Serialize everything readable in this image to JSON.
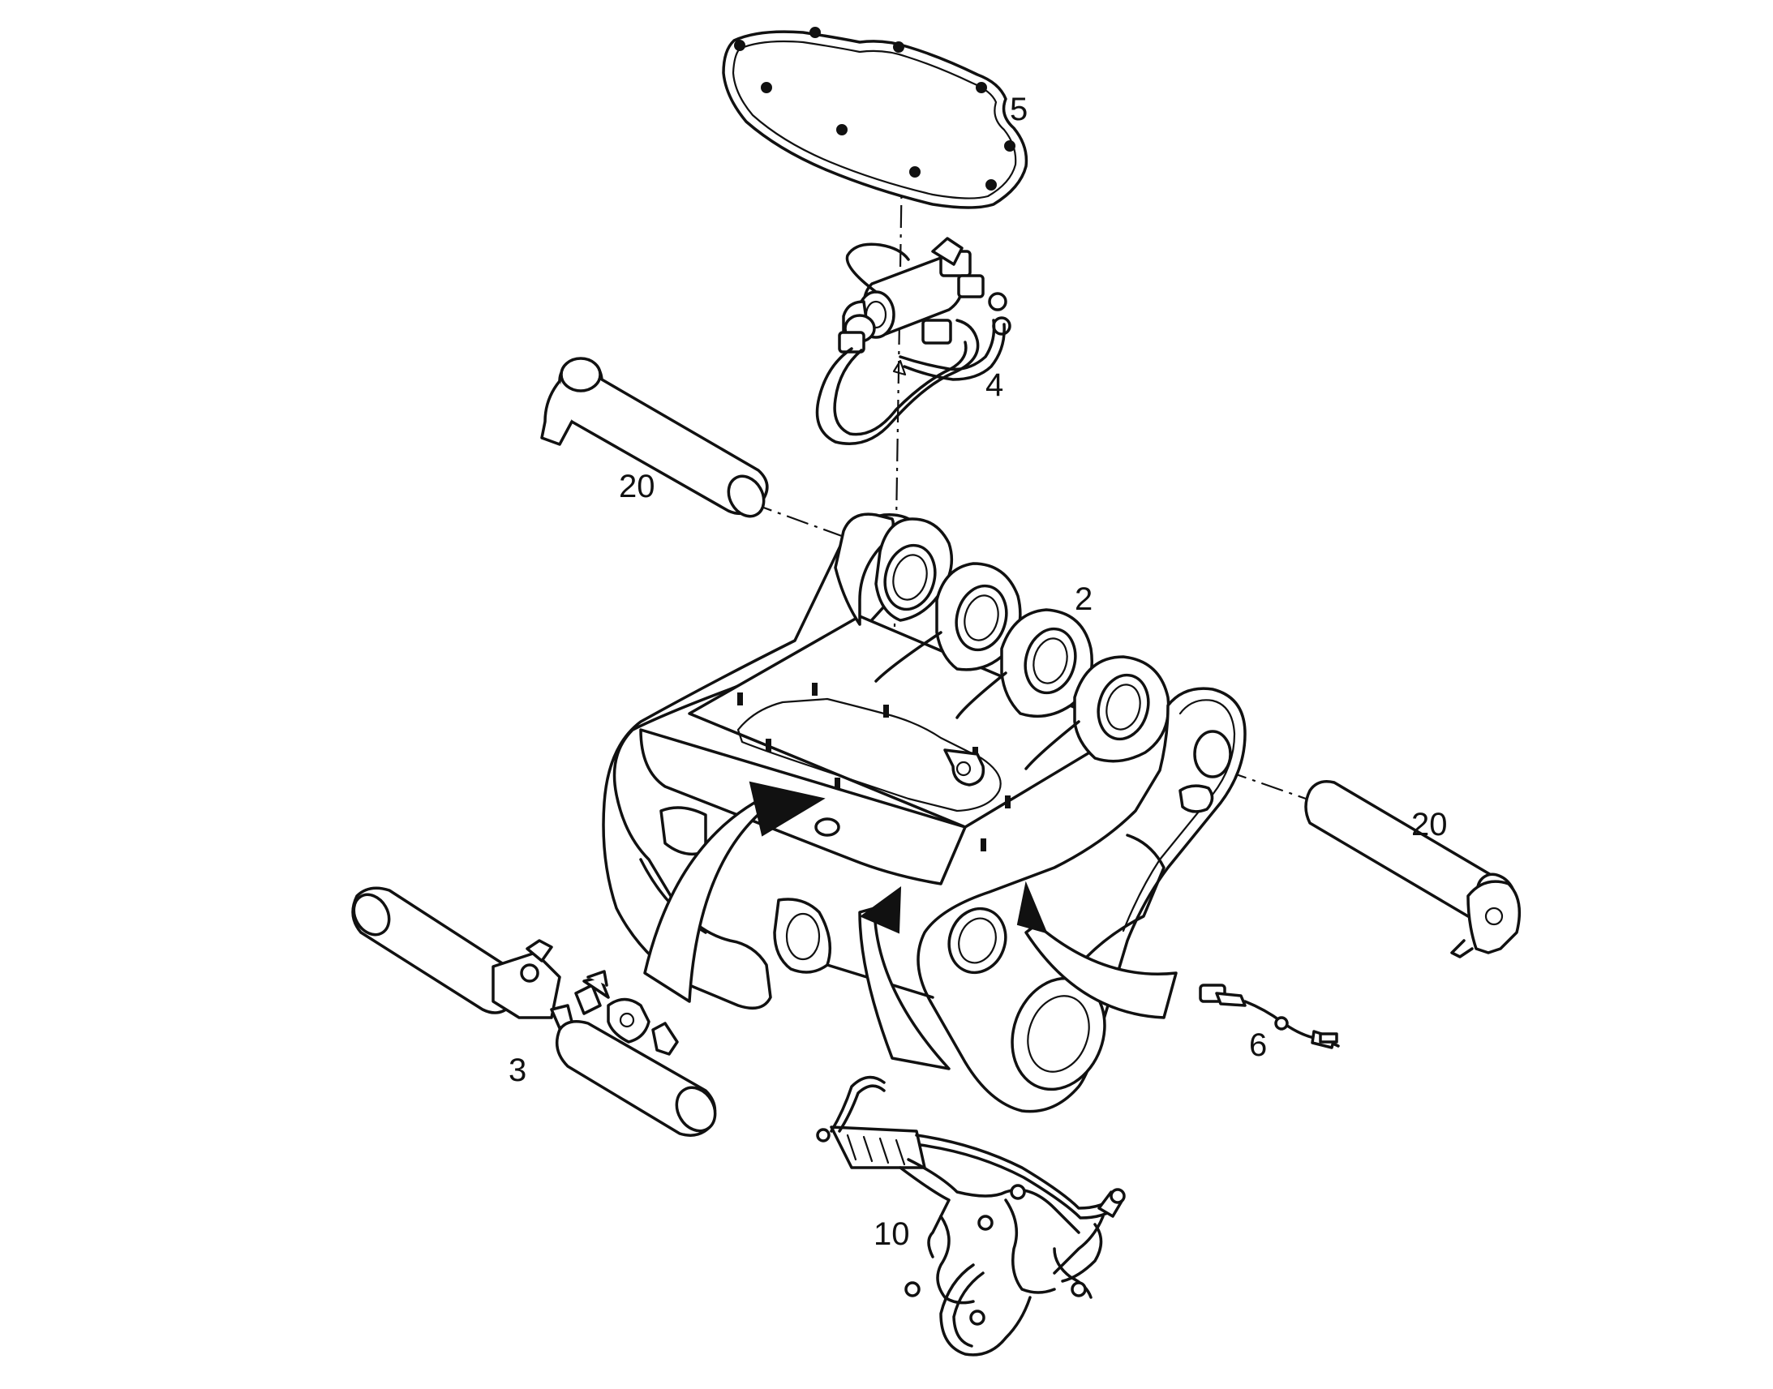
{
  "diagram": {
    "callouts": [
      {
        "id": "c5",
        "text": "5"
      },
      {
        "id": "c4",
        "text": "4"
      },
      {
        "id": "c20a",
        "text": "20"
      },
      {
        "id": "c2",
        "text": "2"
      },
      {
        "id": "c20b",
        "text": "20"
      },
      {
        "id": "c3",
        "text": "3"
      },
      {
        "id": "c6",
        "text": "6"
      },
      {
        "id": "c10",
        "text": "10"
      }
    ],
    "colors": {
      "line": "#111111",
      "background": "#ffffff"
    }
  }
}
